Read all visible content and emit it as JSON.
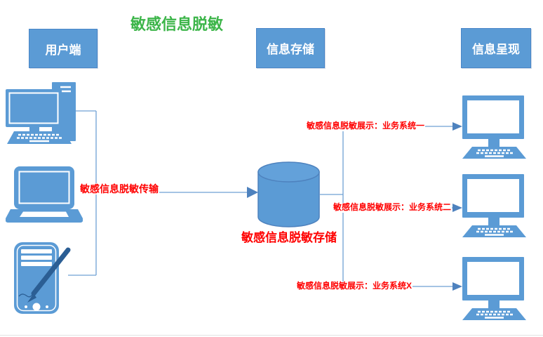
{
  "title": "敏感信息脱敏",
  "headers": {
    "client": "用户端",
    "storage": "信息存储",
    "presentation": "信息呈现"
  },
  "flow_labels": {
    "transmission": "敏感信息脱敏传输",
    "storage": "敏感信息脱敏存储",
    "display": [
      "敏感信息脱敏展示：业务系统一",
      "敏感信息脱敏展示：业务系统二",
      "敏感信息脱敏展示：业务系统X"
    ]
  },
  "icons": {
    "client_devices": [
      "desktop-computer-icon",
      "laptop-icon",
      "tablet-stylus-icon"
    ],
    "storage": "database-cylinder-icon",
    "presentation_devices": [
      "monitor-icon",
      "monitor-icon",
      "monitor-icon"
    ]
  },
  "colors": {
    "shape_blue": "#5B9BD5",
    "shape_blue_top": "#63A1DA",
    "line_blue": "#6FA0D4",
    "arrow_blue": "#4E82BE",
    "pen_dark_blue": "#2B5E94",
    "title_green": "#3CB549",
    "label_red": "#FF0000"
  }
}
